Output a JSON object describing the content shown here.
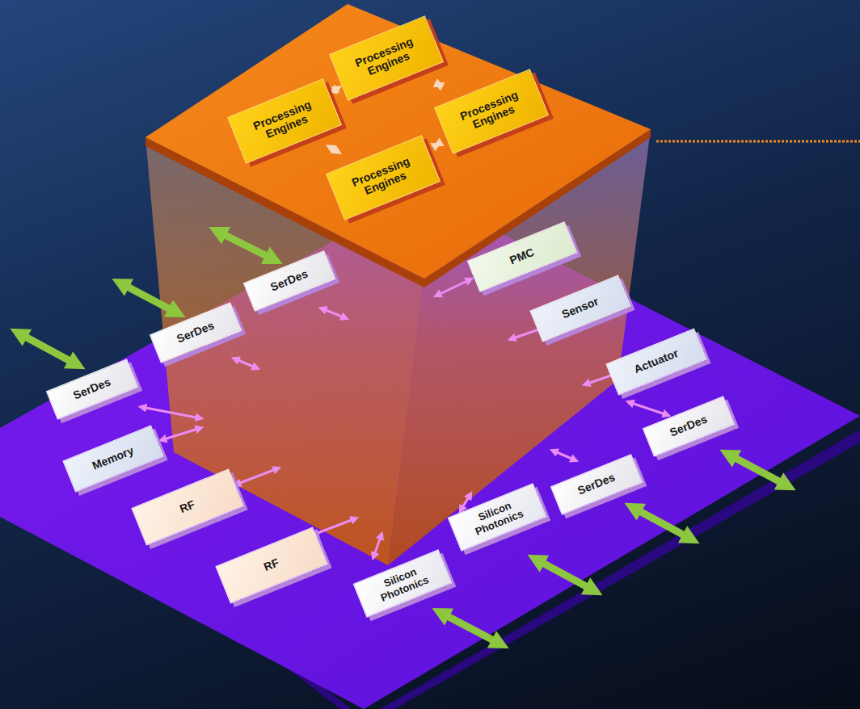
{
  "diagram": {
    "nodes": [
      {
        "text": [
          "Processing Engines"
        ]
      },
      {
        "text": [
          "Processing Engines"
        ]
      },
      {
        "text": [
          "Processing Engines"
        ]
      },
      {
        "text": [
          "Processing Engines"
        ]
      },
      {
        "text": [
          "SerDes"
        ]
      },
      {
        "text": [
          "PMC"
        ]
      },
      {
        "text": [
          "SerDes"
        ]
      },
      {
        "text": [
          "Sensor"
        ]
      },
      {
        "text": [
          "Actuator"
        ]
      },
      {
        "text": [
          "SerDes"
        ]
      },
      {
        "text": [
          "SerDes"
        ]
      },
      {
        "text": [
          "Memory"
        ]
      },
      {
        "text": [
          "SerDes"
        ]
      },
      {
        "text": [
          "RF"
        ]
      },
      {
        "text": [
          "Silicon Photonics"
        ]
      },
      {
        "text": [
          "RF"
        ]
      },
      {
        "text": [
          "Silicon Photonics"
        ]
      }
    ],
    "edges": [
      {
        "from": 1,
        "to": 0,
        "arrow": "both"
      },
      {
        "from": 0,
        "to": 2,
        "arrow": "both"
      },
      {
        "from": 1,
        "to": 3,
        "arrow": "both"
      },
      {
        "from": 3,
        "to": 2,
        "arrow": "both"
      }
    ]
  }
}
